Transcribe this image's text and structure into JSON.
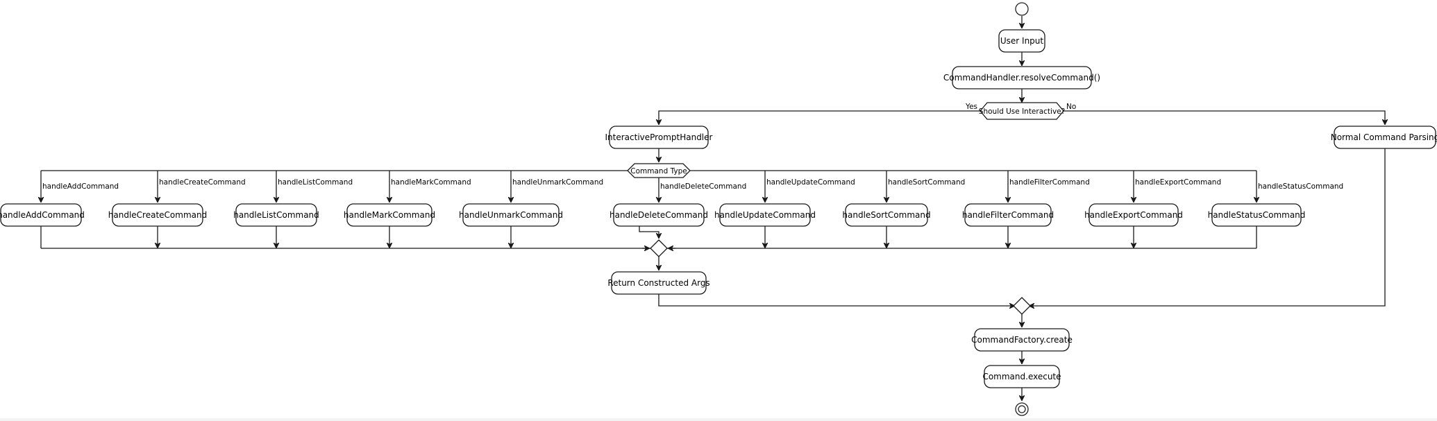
{
  "nodes": {
    "user_input": "User Input",
    "resolve_command": "CommandHandler.resolveCommand()",
    "interactive_prompt_handler": "InteractivePromptHandler",
    "normal_parsing": "Normal Command Parsing",
    "return_args": "Return Constructed Args",
    "command_factory": "CommandFactory.create",
    "command_execute": "Command.execute"
  },
  "decisions": {
    "should_use_interactive": "Should Use Interactive?",
    "yes_label": "Yes",
    "no_label": "No",
    "command_type": "Command Type"
  },
  "handlers": [
    {
      "edge_label": "handleAddCommand",
      "label": "handleAddCommand"
    },
    {
      "edge_label": "handleCreateCommand",
      "label": "handleCreateCommand"
    },
    {
      "edge_label": "handleListCommand",
      "label": "handleListCommand"
    },
    {
      "edge_label": "handleMarkCommand",
      "label": "handleMarkCommand"
    },
    {
      "edge_label": "handleUnmarkCommand",
      "label": "handleUnmarkCommand"
    },
    {
      "edge_label": "handleDeleteCommand",
      "label": "handleDeleteCommand"
    },
    {
      "edge_label": "handleUpdateCommand",
      "label": "handleUpdateCommand"
    },
    {
      "edge_label": "handleSortCommand",
      "label": "handleSortCommand"
    },
    {
      "edge_label": "handleFilterCommand",
      "label": "handleFilterCommand"
    },
    {
      "edge_label": "handleExportCommand",
      "label": "handleExportCommand"
    },
    {
      "edge_label": "handleStatusCommand",
      "label": "handleStatusCommand"
    }
  ]
}
